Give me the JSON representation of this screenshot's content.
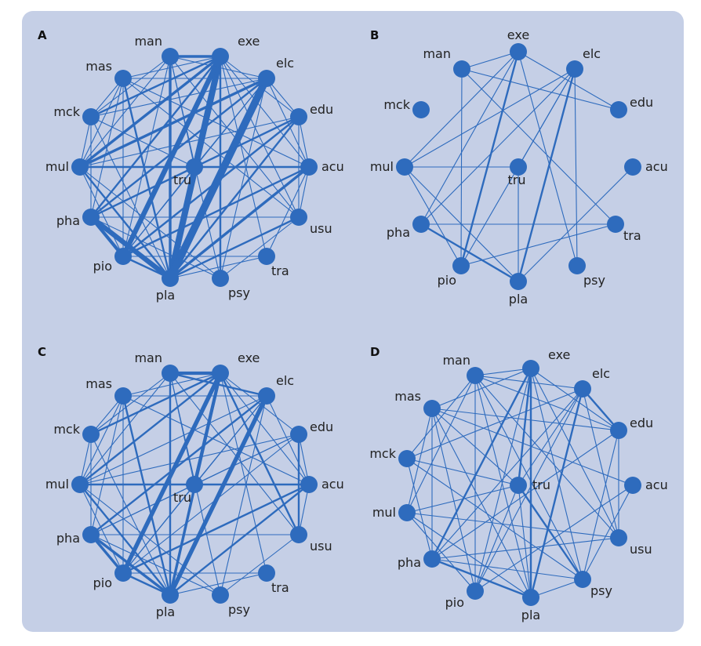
{
  "colors": {
    "background": "#c5cfe6",
    "edge": "#2e6bbd",
    "node": "#2e6bbd"
  },
  "panels": [
    {
      "label": "A",
      "nodes": [
        "man",
        "exe",
        "elc",
        "edu",
        "acu",
        "usu",
        "tra",
        "psy",
        "pla",
        "pio",
        "pha",
        "mul",
        "mck",
        "mas",
        "tru"
      ],
      "edges": [
        [
          "man",
          "exe",
          3
        ],
        [
          "exe",
          "pla",
          8
        ],
        [
          "elc",
          "pla",
          9
        ],
        [
          "exe",
          "pio",
          6
        ],
        [
          "pha",
          "pla",
          6
        ],
        [
          "pha",
          "pio",
          4
        ],
        [
          "man",
          "pla",
          3
        ],
        [
          "exe",
          "tru",
          3
        ],
        [
          "mul",
          "exe",
          3
        ],
        [
          "mul",
          "elc",
          3
        ],
        [
          "pla",
          "edu",
          2
        ],
        [
          "pla",
          "acu",
          3
        ],
        [
          "pio",
          "acu",
          2
        ],
        [
          "tru",
          "acu",
          2
        ],
        [
          "pha",
          "elc",
          2
        ],
        [
          "pha",
          "exe",
          2
        ],
        [
          "mck",
          "exe",
          2
        ],
        [
          "mul",
          "tru",
          2
        ],
        [
          "pha",
          "edu",
          2
        ],
        [
          "pio",
          "edu",
          2
        ],
        [
          "psy",
          "exe",
          2
        ],
        [
          "pla",
          "usu",
          2
        ],
        [
          "mas",
          "pla",
          2
        ],
        [
          "man",
          "elc",
          1
        ],
        [
          "man",
          "tru",
          1
        ],
        [
          "man",
          "psy",
          1
        ],
        [
          "man",
          "usu",
          1
        ],
        [
          "man",
          "mul",
          1
        ],
        [
          "man",
          "mck",
          1
        ],
        [
          "exe",
          "edu",
          1
        ],
        [
          "exe",
          "acu",
          1
        ],
        [
          "exe",
          "usu",
          1
        ],
        [
          "exe",
          "tra",
          1
        ],
        [
          "elc",
          "tru",
          1
        ],
        [
          "elc",
          "acu",
          1
        ],
        [
          "elc",
          "pio",
          1
        ],
        [
          "elc",
          "psy",
          1
        ],
        [
          "elc",
          "mas",
          1
        ],
        [
          "edu",
          "acu",
          1
        ],
        [
          "edu",
          "tru",
          1
        ],
        [
          "edu",
          "mul",
          1
        ],
        [
          "acu",
          "usu",
          1
        ],
        [
          "acu",
          "mul",
          1
        ],
        [
          "acu",
          "tra",
          1
        ],
        [
          "usu",
          "pha",
          1
        ],
        [
          "usu",
          "psy",
          1
        ],
        [
          "tra",
          "pio",
          1
        ],
        [
          "tra",
          "pla",
          1
        ],
        [
          "psy",
          "pha",
          1
        ],
        [
          "psy",
          "mul",
          1
        ],
        [
          "pio",
          "mul",
          1
        ],
        [
          "pio",
          "mas",
          1
        ],
        [
          "pla",
          "mck",
          1
        ],
        [
          "pha",
          "mck",
          1
        ],
        [
          "pha",
          "mas",
          1
        ],
        [
          "mul",
          "mck",
          1
        ],
        [
          "mul",
          "mas",
          1
        ],
        [
          "mck",
          "mas",
          1
        ],
        [
          "mck",
          "elc",
          1
        ],
        [
          "mas",
          "exe",
          1
        ],
        [
          "mas",
          "usu",
          1
        ],
        [
          "mas",
          "acu",
          1
        ],
        [
          "tru",
          "pio",
          1
        ],
        [
          "tru",
          "pha",
          1
        ],
        [
          "mck",
          "tru",
          1
        ],
        [
          "man",
          "pio",
          1
        ],
        [
          "elc",
          "edu",
          1
        ],
        [
          "pla",
          "pio",
          2
        ],
        [
          "mul",
          "pla",
          2
        ],
        [
          "edu",
          "usu",
          1
        ]
      ]
    },
    {
      "label": "B",
      "nodes": [
        "man",
        "exe",
        "elc",
        "edu",
        "acu",
        "tra",
        "psy",
        "pla",
        "pio",
        "pha",
        "mul",
        "mck",
        "tru"
      ],
      "edges": [
        [
          "exe",
          "pio",
          2
        ],
        [
          "elc",
          "pla",
          2
        ],
        [
          "pha",
          "pla",
          2
        ],
        [
          "man",
          "pio",
          1
        ],
        [
          "man",
          "edu",
          1
        ],
        [
          "man",
          "tra",
          1
        ],
        [
          "man",
          "exe",
          1
        ],
        [
          "exe",
          "pha",
          1
        ],
        [
          "exe",
          "edu",
          1
        ],
        [
          "exe",
          "psy",
          1
        ],
        [
          "elc",
          "pio",
          1
        ],
        [
          "elc",
          "pha",
          1
        ],
        [
          "elc",
          "tru",
          1
        ],
        [
          "elc",
          "psy",
          1
        ],
        [
          "mul",
          "tru",
          1
        ],
        [
          "mul",
          "elc",
          1
        ],
        [
          "mul",
          "exe",
          1
        ],
        [
          "mul",
          "pio",
          1
        ],
        [
          "mul",
          "pla",
          1
        ],
        [
          "tru",
          "pla",
          1
        ],
        [
          "pio",
          "tra",
          1
        ],
        [
          "pla",
          "acu",
          1
        ],
        [
          "pha",
          "tra",
          1
        ]
      ]
    },
    {
      "label": "C",
      "nodes": [
        "man",
        "exe",
        "elc",
        "edu",
        "acu",
        "usu",
        "tra",
        "psy",
        "pla",
        "pio",
        "pha",
        "mul",
        "mck",
        "mas",
        "tru"
      ],
      "edges": [
        [
          "man",
          "exe",
          4
        ],
        [
          "exe",
          "pio",
          5
        ],
        [
          "elc",
          "pla",
          5
        ],
        [
          "exe",
          "pla",
          3
        ],
        [
          "exe",
          "tru",
          4
        ],
        [
          "pha",
          "pla",
          3
        ],
        [
          "pha",
          "pio",
          3
        ],
        [
          "man",
          "elc",
          2
        ],
        [
          "mul",
          "exe",
          2
        ],
        [
          "mas",
          "pla",
          2
        ],
        [
          "pla",
          "acu",
          2
        ],
        [
          "pio",
          "acu",
          2
        ],
        [
          "tru",
          "acu",
          2
        ],
        [
          "edu",
          "usu",
          2
        ],
        [
          "mul",
          "tru",
          2
        ],
        [
          "man",
          "pla",
          2
        ],
        [
          "pha",
          "elc",
          2
        ],
        [
          "exe",
          "usu",
          2
        ],
        [
          "mck",
          "exe",
          2
        ],
        [
          "pla",
          "pio",
          2
        ],
        [
          "man",
          "tru",
          1
        ],
        [
          "man",
          "psy",
          1
        ],
        [
          "man",
          "usu",
          1
        ],
        [
          "man",
          "mul",
          1
        ],
        [
          "man",
          "mck",
          1
        ],
        [
          "exe",
          "edu",
          1
        ],
        [
          "exe",
          "acu",
          1
        ],
        [
          "exe",
          "tra",
          1
        ],
        [
          "elc",
          "tru",
          1
        ],
        [
          "elc",
          "acu",
          1
        ],
        [
          "elc",
          "pio",
          1
        ],
        [
          "elc",
          "psy",
          1
        ],
        [
          "elc",
          "mas",
          1
        ],
        [
          "edu",
          "acu",
          1
        ],
        [
          "edu",
          "tru",
          1
        ],
        [
          "edu",
          "mul",
          1
        ],
        [
          "acu",
          "usu",
          1
        ],
        [
          "acu",
          "mul",
          1
        ],
        [
          "usu",
          "pha",
          1
        ],
        [
          "usu",
          "psy",
          1
        ],
        [
          "tra",
          "pio",
          1
        ],
        [
          "tra",
          "pla",
          1
        ],
        [
          "psy",
          "pha",
          1
        ],
        [
          "psy",
          "mul",
          1
        ],
        [
          "pio",
          "mul",
          1
        ],
        [
          "pio",
          "mas",
          1
        ],
        [
          "pla",
          "mck",
          1
        ],
        [
          "pha",
          "mck",
          1
        ],
        [
          "pha",
          "mas",
          1
        ],
        [
          "mul",
          "mck",
          1
        ],
        [
          "mul",
          "mas",
          1
        ],
        [
          "mck",
          "mas",
          1
        ],
        [
          "mas",
          "exe",
          1
        ],
        [
          "mas",
          "acu",
          1
        ],
        [
          "tru",
          "pio",
          1
        ],
        [
          "tru",
          "pha",
          1
        ],
        [
          "pha",
          "edu",
          1
        ],
        [
          "mul",
          "elc",
          1
        ],
        [
          "mul",
          "pla",
          2
        ],
        [
          "pio",
          "edu",
          1
        ]
      ]
    },
    {
      "label": "D",
      "nodes": [
        "man",
        "exe",
        "elc",
        "edu",
        "acu",
        "usu",
        "psy",
        "pla",
        "pio",
        "pha",
        "mul",
        "mck",
        "mas",
        "tru"
      ],
      "edges": [
        [
          "exe",
          "pla",
          2
        ],
        [
          "elc",
          "pla",
          2
        ],
        [
          "exe",
          "pha",
          2
        ],
        [
          "pha",
          "pla",
          2
        ],
        [
          "exe",
          "tru",
          2
        ],
        [
          "elc",
          "edu",
          2
        ],
        [
          "tru",
          "psy",
          2
        ],
        [
          "man",
          "exe",
          1
        ],
        [
          "man",
          "elc",
          1
        ],
        [
          "man",
          "pla",
          1
        ],
        [
          "man",
          "psy",
          1
        ],
        [
          "man",
          "pio",
          1
        ],
        [
          "man",
          "mul",
          1
        ],
        [
          "man",
          "mck",
          1
        ],
        [
          "man",
          "usu",
          1
        ],
        [
          "exe",
          "edu",
          1
        ],
        [
          "exe",
          "psy",
          1
        ],
        [
          "exe",
          "usu",
          1
        ],
        [
          "exe",
          "mas",
          1
        ],
        [
          "exe",
          "pio",
          1
        ],
        [
          "elc",
          "mck",
          1
        ],
        [
          "elc",
          "usu",
          1
        ],
        [
          "elc",
          "pio",
          1
        ],
        [
          "elc",
          "pha",
          1
        ],
        [
          "elc",
          "tru",
          1
        ],
        [
          "edu",
          "mas",
          1
        ],
        [
          "edu",
          "pha",
          1
        ],
        [
          "edu",
          "psy",
          1
        ],
        [
          "edu",
          "usu",
          1
        ],
        [
          "acu",
          "pio",
          1
        ],
        [
          "acu",
          "mas",
          1
        ],
        [
          "acu",
          "psy",
          1
        ],
        [
          "usu",
          "mul",
          1
        ],
        [
          "usu",
          "pha",
          1
        ],
        [
          "psy",
          "mck",
          1
        ],
        [
          "psy",
          "pha",
          1
        ],
        [
          "psy",
          "pla",
          1
        ],
        [
          "pla",
          "mas",
          1
        ],
        [
          "pla",
          "mul",
          1
        ],
        [
          "pio",
          "mul",
          1
        ],
        [
          "pio",
          "mas",
          1
        ],
        [
          "pha",
          "mck",
          1
        ],
        [
          "pha",
          "mas",
          1
        ],
        [
          "mul",
          "mas",
          1
        ],
        [
          "mul",
          "tru",
          1
        ],
        [
          "mck",
          "tru",
          1
        ],
        [
          "mas",
          "tru",
          1
        ],
        [
          "tru",
          "pla",
          1
        ],
        [
          "tru",
          "pio",
          1
        ],
        [
          "man",
          "edu",
          1
        ]
      ]
    }
  ]
}
